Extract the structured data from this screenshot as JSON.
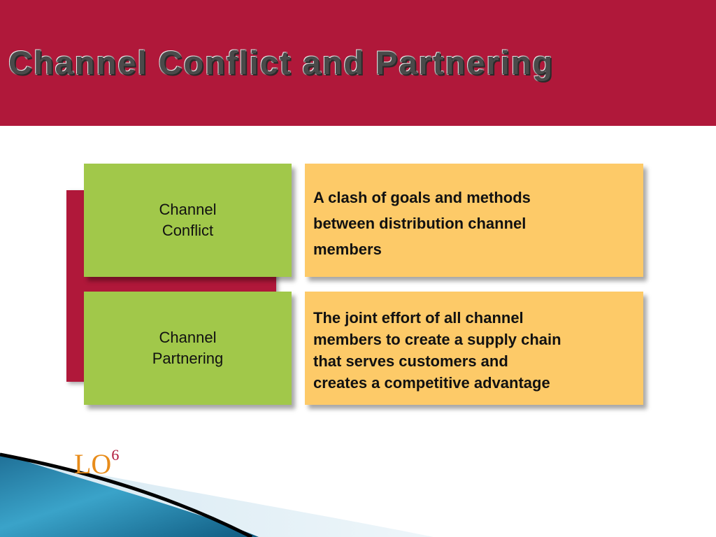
{
  "slide": {
    "title": "Channel Conflict and Partnering",
    "terms": [
      {
        "label": "Channel Conflict",
        "label_lines": [
          "Channel",
          "Conflict"
        ],
        "definition": "A clash of goals and methods between distribution channel members",
        "definition_lines": [
          "A clash of goals and methods",
          "between distribution channel",
          "members"
        ]
      },
      {
        "label": "Channel Partnering",
        "label_lines": [
          "Channel",
          "Partnering"
        ],
        "definition": "The joint effort of all channel members to create a supply chain that serves customers and creates a competitive advantage",
        "definition_lines": [
          "The joint effort of all channel",
          "members to create a supply chain",
          "that serves customers and",
          "creates a competitive advantage"
        ]
      }
    ],
    "lo_badge": {
      "text": "LO",
      "number": "6"
    }
  },
  "colors": {
    "header": "#b0183a",
    "term_box": "#a1c84a",
    "definition_box": "#fdca68",
    "lo_text": "#e88c1a",
    "lo_number": "#b0183a"
  }
}
